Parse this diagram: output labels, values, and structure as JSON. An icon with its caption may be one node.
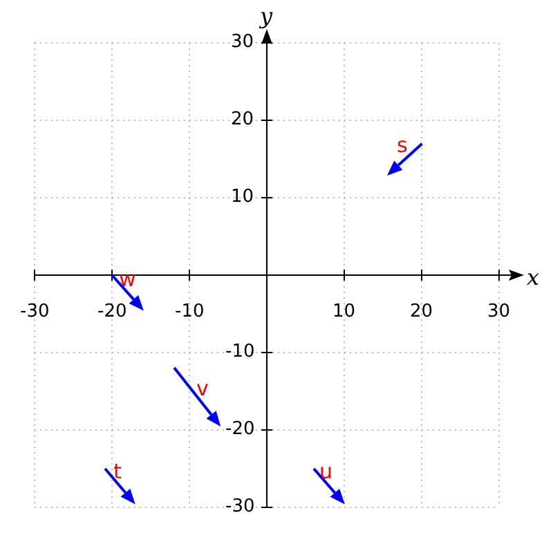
{
  "diagram": {
    "nodes": [
      {
        "text": [
          "s"
        ]
      },
      {
        "text": [
          "w"
        ]
      },
      {
        "text": [
          "v"
        ]
      },
      {
        "text": [
          "t"
        ]
      },
      {
        "text": [
          "u"
        ]
      }
    ],
    "labels": [
      "y",
      "30",
      "20",
      "10",
      "x",
      "-30",
      "-20",
      "-10",
      "10",
      "20",
      "30",
      "-10",
      "-20",
      "-30"
    ]
  }
}
